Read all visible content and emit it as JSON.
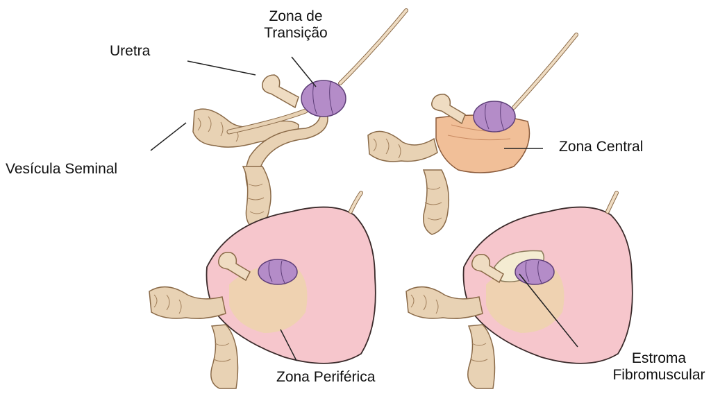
{
  "labels": {
    "transition_zone": [
      "Zona de",
      "Transição"
    ],
    "urethra": "Uretra",
    "seminal_vesicle": "Vesícula Seminal",
    "central_zone": "Zona Central",
    "peripheral_zone": "Zona Periférica",
    "fibromuscular_stroma": [
      "Estroma",
      "Fibromuscular"
    ]
  },
  "colors": {
    "vesicle": "#e8d2b4",
    "vesicle_stroke": "#8a6a48",
    "urethra": "#efdcc2",
    "transition_zone": "#b48cc8",
    "transition_zone_stroke": "#5e3e78",
    "central_zone": "#f1bf98",
    "peripheral_zone": "#f6c6cc",
    "peripheral_stroke": "#3a2a2a",
    "stroma": "#f4ecd2",
    "leader_line": "#222222"
  },
  "panels": [
    {
      "id": "transition-zone-panel",
      "zones": [
        "transition_zone"
      ]
    },
    {
      "id": "central-zone-panel",
      "zones": [
        "transition_zone",
        "central_zone"
      ]
    },
    {
      "id": "peripheral-zone-panel",
      "zones": [
        "transition_zone",
        "central_zone",
        "peripheral_zone"
      ]
    },
    {
      "id": "fibromuscular-stroma-panel",
      "zones": [
        "transition_zone",
        "central_zone",
        "peripheral_zone",
        "fibromuscular_stroma"
      ]
    }
  ]
}
